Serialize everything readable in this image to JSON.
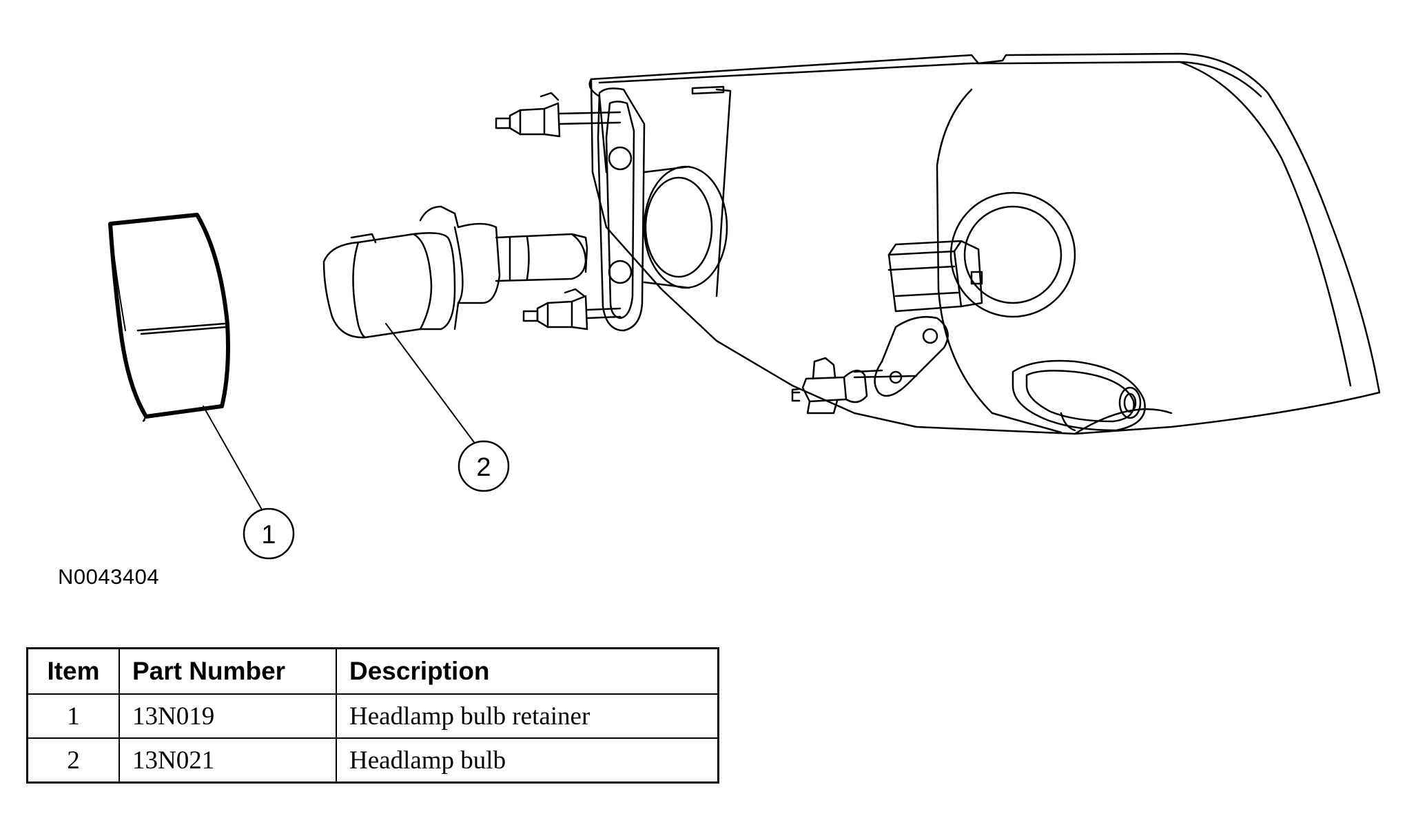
{
  "figure": {
    "figure_id": "N0043404",
    "callouts": [
      {
        "number": "1"
      },
      {
        "number": "2"
      }
    ]
  },
  "table": {
    "headers": [
      "Item",
      "Part Number",
      "Description"
    ],
    "rows": [
      {
        "item": "1",
        "part_number": "13N019",
        "description": "Headlamp bulb retainer"
      },
      {
        "item": "2",
        "part_number": "13N021",
        "description": "Headlamp bulb"
      }
    ]
  },
  "colors": {
    "line": "#000000",
    "background": "#ffffff"
  }
}
